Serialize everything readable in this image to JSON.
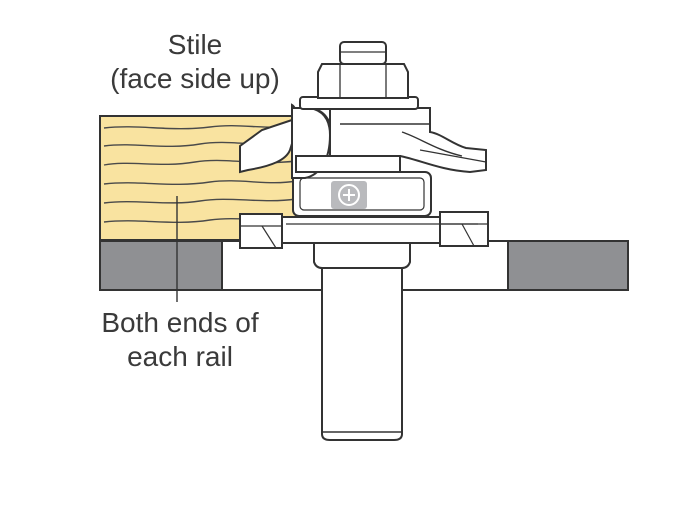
{
  "labels": {
    "stile": [
      "Stile",
      "(face side up)"
    ],
    "rail_ends": [
      "Both ends of",
      "each rail"
    ]
  },
  "colors": {
    "wood_fill": "#f9e3a0",
    "wood_grain": "#4a4a4a",
    "table_insert": "#8f9093",
    "table_fill": "#ffffff",
    "outline": "#333333",
    "cutter_fill": "#ffffff",
    "shaft_fill": "#ffffff",
    "logo_fill": "#b9babd"
  }
}
